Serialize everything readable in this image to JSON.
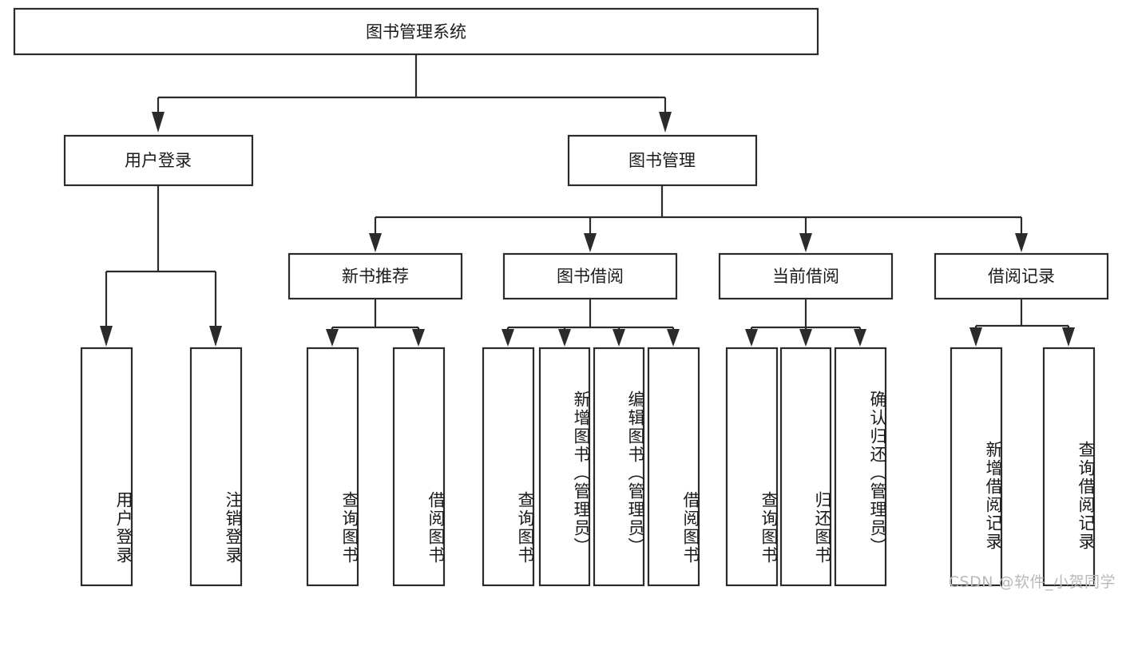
{
  "diagram": {
    "type": "tree-hierarchy-flowchart",
    "title": "图书管理系统",
    "orientation": "top-down",
    "root": {
      "id": "root",
      "label": "图书管理系统",
      "shape": "rectangle",
      "text_direction": "horizontal"
    },
    "level2": [
      {
        "id": "user-login",
        "label": "用户登录",
        "shape": "rectangle",
        "text_direction": "horizontal"
      },
      {
        "id": "book-manage",
        "label": "图书管理",
        "shape": "rectangle",
        "text_direction": "horizontal"
      }
    ],
    "level3": [
      {
        "id": "new-book-rec",
        "label": "新书推荐",
        "shape": "rectangle",
        "text_direction": "horizontal",
        "parent": "book-manage"
      },
      {
        "id": "book-borrow",
        "label": "图书借阅",
        "shape": "rectangle",
        "text_direction": "horizontal",
        "parent": "book-manage"
      },
      {
        "id": "current-borrow",
        "label": "当前借阅",
        "shape": "rectangle",
        "text_direction": "horizontal",
        "parent": "book-manage"
      },
      {
        "id": "borrow-record",
        "label": "借阅记录",
        "shape": "rectangle",
        "text_direction": "horizontal",
        "parent": "book-manage"
      }
    ],
    "leaves": [
      {
        "id": "leaf-user-login",
        "label": "用户登录",
        "parent": "user-login",
        "text_direction": "vertical"
      },
      {
        "id": "leaf-logout",
        "label": "注销登录",
        "parent": "user-login",
        "text_direction": "vertical"
      },
      {
        "id": "leaf-rec-query",
        "label": "查询图书",
        "parent": "new-book-rec",
        "text_direction": "vertical"
      },
      {
        "id": "leaf-rec-borrow",
        "label": "借阅图书",
        "parent": "new-book-rec",
        "text_direction": "vertical"
      },
      {
        "id": "leaf-bb-query",
        "label": "查询图书",
        "parent": "book-borrow",
        "text_direction": "vertical"
      },
      {
        "id": "leaf-bb-add",
        "label": "新增图书（管理员）",
        "parent": "book-borrow",
        "text_direction": "vertical"
      },
      {
        "id": "leaf-bb-edit",
        "label": "编辑图书（管理员）",
        "parent": "book-borrow",
        "text_direction": "vertical"
      },
      {
        "id": "leaf-bb-borrow",
        "label": "借阅图书",
        "parent": "book-borrow",
        "text_direction": "vertical"
      },
      {
        "id": "leaf-cb-query",
        "label": "查询图书",
        "parent": "current-borrow",
        "text_direction": "vertical"
      },
      {
        "id": "leaf-cb-return",
        "label": "归还图书",
        "parent": "current-borrow",
        "text_direction": "vertical"
      },
      {
        "id": "leaf-cb-confirm",
        "label": "确认归还（管理员）",
        "parent": "current-borrow",
        "text_direction": "vertical"
      },
      {
        "id": "leaf-br-add",
        "label": "新增借阅记录",
        "parent": "borrow-record",
        "text_direction": "vertical"
      },
      {
        "id": "leaf-br-query",
        "label": "查询借阅记录",
        "parent": "borrow-record",
        "text_direction": "vertical"
      }
    ],
    "colors": {
      "background": "#ffffff",
      "box_fill": "#ffffff",
      "box_stroke": "#2b2b2b",
      "connector": "#2b2b2b",
      "text": "#1a1a1a",
      "watermark": "#b9b9b9"
    }
  },
  "watermark": {
    "text": "CSDN @软件_小贺同学"
  }
}
